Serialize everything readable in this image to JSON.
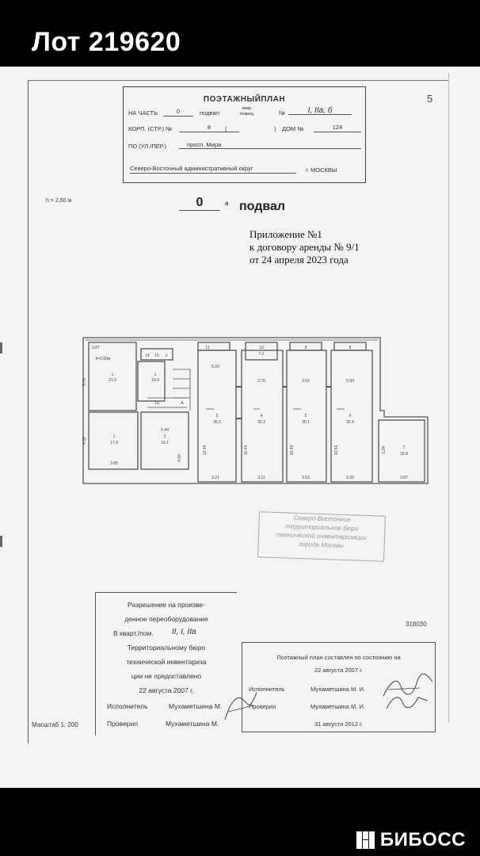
{
  "header": {
    "lot_title": "Лот 219620"
  },
  "page_number": "5",
  "stamp": {
    "title": "ПОЭТАЖНЫЙПЛАН",
    "na_chast_label": "НА ЧАСТЬ",
    "na_chast_value": "0",
    "podval": "подвал",
    "kvar_label": "квар. помещ.",
    "no_label": "№",
    "no_value": "I, IIа, б",
    "korp_label": "КОРП. (СТР.) №",
    "korp_value": "8",
    "paren_open": "(",
    "paren_close": ")",
    "dom_label": "ДОМ №",
    "dom_value": "124",
    "street_label": "ПО (УЛ./ПЕР.)",
    "street_value": "просп. Мира",
    "district_value": "Северо-Восточный административный округ",
    "city": "г. МОСКВЫ"
  },
  "height_label": "h = 2,60 м",
  "floor": {
    "number": "0",
    "suffix": "а",
    "name": "подвал"
  },
  "appendix": {
    "line1": "Приложение №1",
    "line2": "к договору аренды № 9/1",
    "line3": "от 24 апреля 2023 года"
  },
  "plan": {
    "labels": {
      "h_room": "h=2,60м",
      "top_dim": "3.87",
      "r1a_name": "1",
      "r1a_area": "21.9",
      "r10a_name": "1",
      "r10a_area": "10.4",
      "n14": "14",
      "n15": "15",
      "n1b": "1",
      "n11": "11",
      "n10": "10",
      "n10a": "7.2",
      "n9": "9",
      "n8": "8",
      "d_520": "5.20",
      "d_376": "3.76",
      "d_369": "3.69",
      "d_590": "5.90",
      "r3_name": "3",
      "r3_area": "36.1",
      "r4_name": "4",
      "r4_area": "30.3",
      "r5_name": "5",
      "r5_area": "35.1",
      "r6_name": "6",
      "r6_area": "32.4",
      "r7_name": "7",
      "r7_area": "16.8",
      "r1c_name": "1",
      "r1c_area": "17.0",
      "r2_name": "2",
      "r2_area": "19.1",
      "d_544": "5.44",
      "d_576": "5.76",
      "d_432": "4.32",
      "d_460": "4.60",
      "d_385": "3.85",
      "w1": "12.44",
      "w2": "12.44",
      "w3": "10.49",
      "w4": "10.59",
      "w5": "3.34",
      "b1": "3.21",
      "b2": "3.11",
      "b3": "3.53",
      "b4": "3.39",
      "b5": "3.87",
      "a_label": "А",
      "n1a": "1а"
    }
  },
  "blurred_stamp": {
    "line1": "Северо-Восточное",
    "line2": "территориальное бюро",
    "line3": "технической инвентаризации",
    "line4": "города Москвы"
  },
  "permission": {
    "l1": "Разрешение на произве-",
    "l2": "денное переоборудование",
    "l3": "В кварт./пом.",
    "l3_value": "II, I, IIа",
    "l4": "Территориальному бюро",
    "l5": "технической инвентаризa",
    "l6": "ции не предоставлено",
    "l7": "22 августа 2007 г.",
    "isp_label": "Исполнитель",
    "isp_value": "Мухаметшина М.",
    "prov_label": "Проверил",
    "prov_value": "Мухаметшина М."
  },
  "code_number": "318030",
  "composed": {
    "l1": "Поэтажный план составлен по состоянию на",
    "l2": "22 августа 2007 г.",
    "isp_label": "Исполнитель",
    "isp_value": "Мухаметшина М. И.",
    "prov_label": "Проверил",
    "prov_value": "Мухаметшина М. И.",
    "l_date": "31 августа 2012 г."
  },
  "scale": "Масштаб 1: 200",
  "brand": {
    "name": "БИБОСС"
  }
}
